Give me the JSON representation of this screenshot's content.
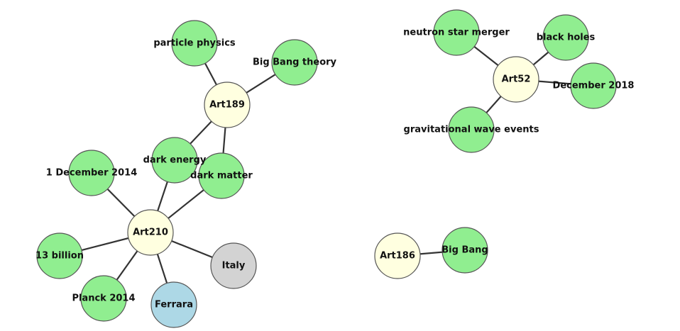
{
  "colors": {
    "keyword": "#90ee90",
    "article": "#ffffe0",
    "location": "#add8e6",
    "country": "#d3d3d3",
    "edge": "#333333"
  },
  "nodes": [
    {
      "id": "particle_physics",
      "label": "particle physics",
      "type": "keyword"
    },
    {
      "id": "big_bang_theory",
      "label": "Big Bang theory",
      "type": "keyword"
    },
    {
      "id": "art189",
      "label": "Art189",
      "type": "article"
    },
    {
      "id": "dark_energy",
      "label": "dark energy",
      "type": "keyword"
    },
    {
      "id": "dark_matter",
      "label": "dark matter",
      "type": "keyword"
    },
    {
      "id": "dec2014",
      "label": "1 December 2014",
      "type": "keyword"
    },
    {
      "id": "art210",
      "label": "Art210",
      "type": "article"
    },
    {
      "id": "billion13",
      "label": "13 billion",
      "type": "keyword"
    },
    {
      "id": "planck2014",
      "label": "Planck 2014",
      "type": "keyword"
    },
    {
      "id": "ferrara",
      "label": "Ferrara",
      "type": "location"
    },
    {
      "id": "italy",
      "label": "Italy",
      "type": "country"
    },
    {
      "id": "art52",
      "label": "Art52",
      "type": "article"
    },
    {
      "id": "neutron",
      "label": "neutron star merger",
      "type": "keyword"
    },
    {
      "id": "black_holes",
      "label": "black holes",
      "type": "keyword"
    },
    {
      "id": "dec2018",
      "label": "December 2018",
      "type": "keyword"
    },
    {
      "id": "grav",
      "label": "gravitational wave events",
      "type": "keyword"
    },
    {
      "id": "art186",
      "label": "Art186",
      "type": "article"
    },
    {
      "id": "big_bang",
      "label": "Big Bang",
      "type": "keyword"
    }
  ],
  "edges": [
    [
      "art189",
      "particle_physics"
    ],
    [
      "art189",
      "big_bang_theory"
    ],
    [
      "art189",
      "dark_energy"
    ],
    [
      "art189",
      "dark_matter"
    ],
    [
      "art210",
      "dark_energy"
    ],
    [
      "art210",
      "dark_matter"
    ],
    [
      "art210",
      "dec2014"
    ],
    [
      "art210",
      "billion13"
    ],
    [
      "art210",
      "planck2014"
    ],
    [
      "art210",
      "ferrara"
    ],
    [
      "art210",
      "italy"
    ],
    [
      "art52",
      "neutron"
    ],
    [
      "art52",
      "black_holes"
    ],
    [
      "art52",
      "dec2018"
    ],
    [
      "art52",
      "grav"
    ],
    [
      "art186",
      "big_bang"
    ]
  ]
}
